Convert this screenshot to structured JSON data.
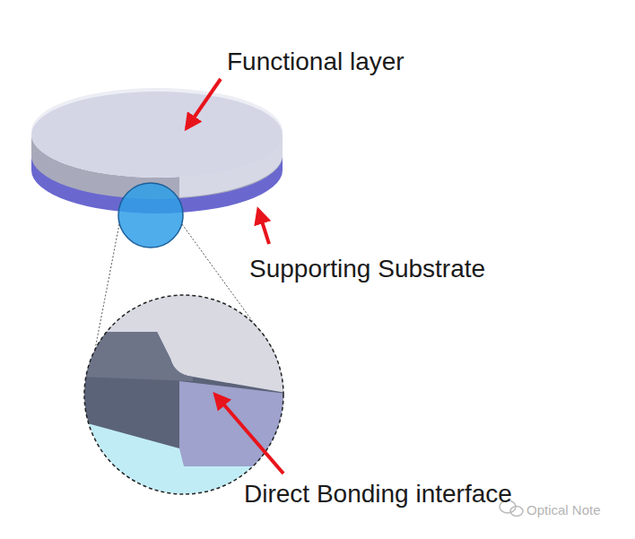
{
  "diagram": {
    "labels": [
      "Functional layer",
      "Supporting Substrate",
      "Direct Bonding interface",
      "Optical Note"
    ]
  }
}
